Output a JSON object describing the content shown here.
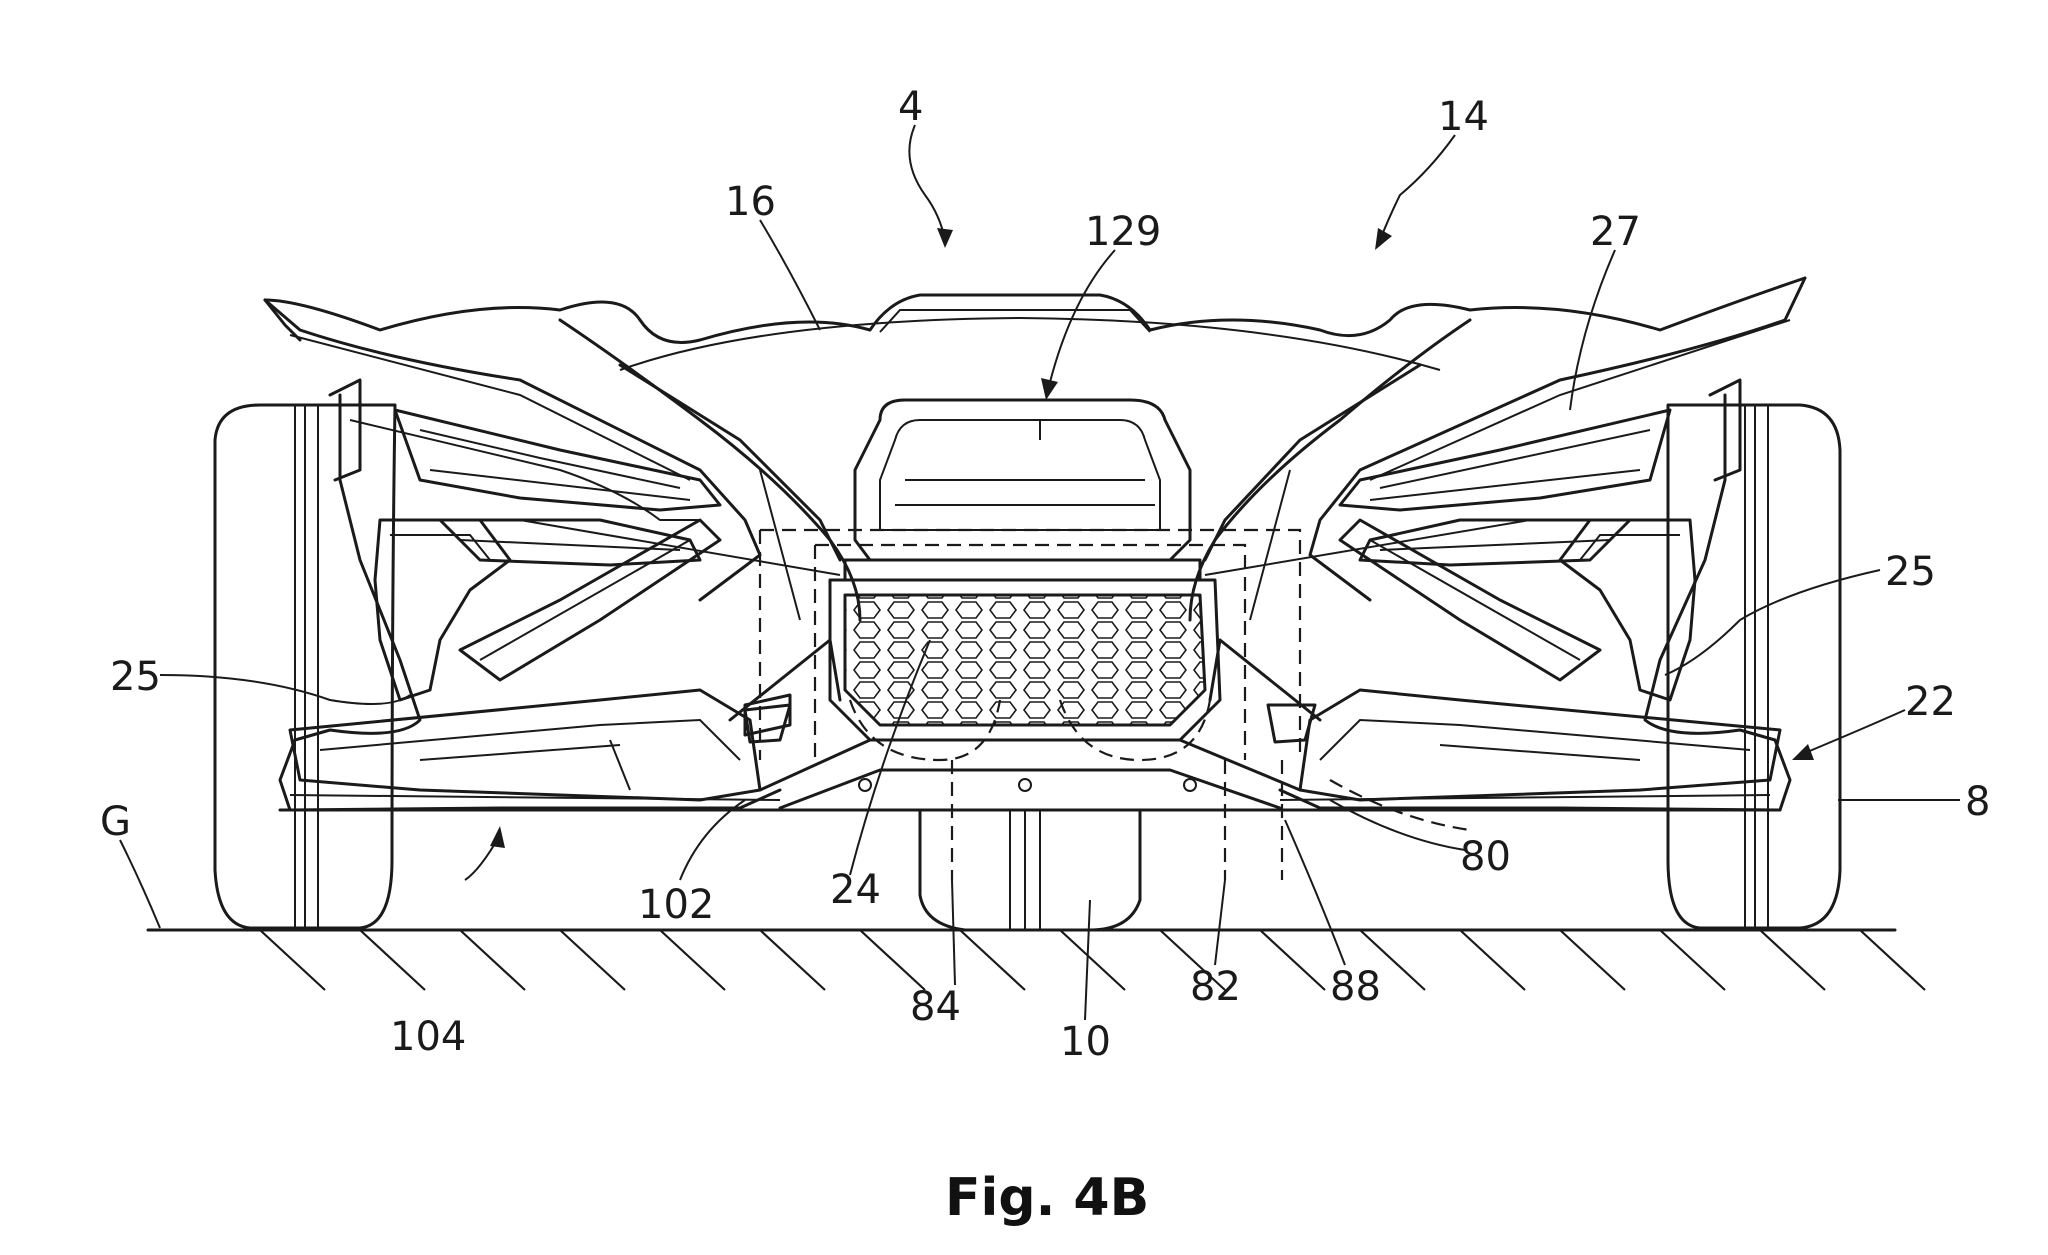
{
  "figure": {
    "caption": "Fig. 4B",
    "labels": {
      "l4": "4",
      "l14": "14",
      "l16": "16",
      "l129": "129",
      "l27": "27",
      "l25_left": "25",
      "l25_right": "25",
      "l22": "22",
      "lG": "G",
      "l8": "8",
      "l80": "80",
      "l102": "102",
      "l24": "24",
      "l104": "104",
      "l84": "84",
      "l10": "10",
      "l82": "82",
      "l88": "88"
    }
  }
}
